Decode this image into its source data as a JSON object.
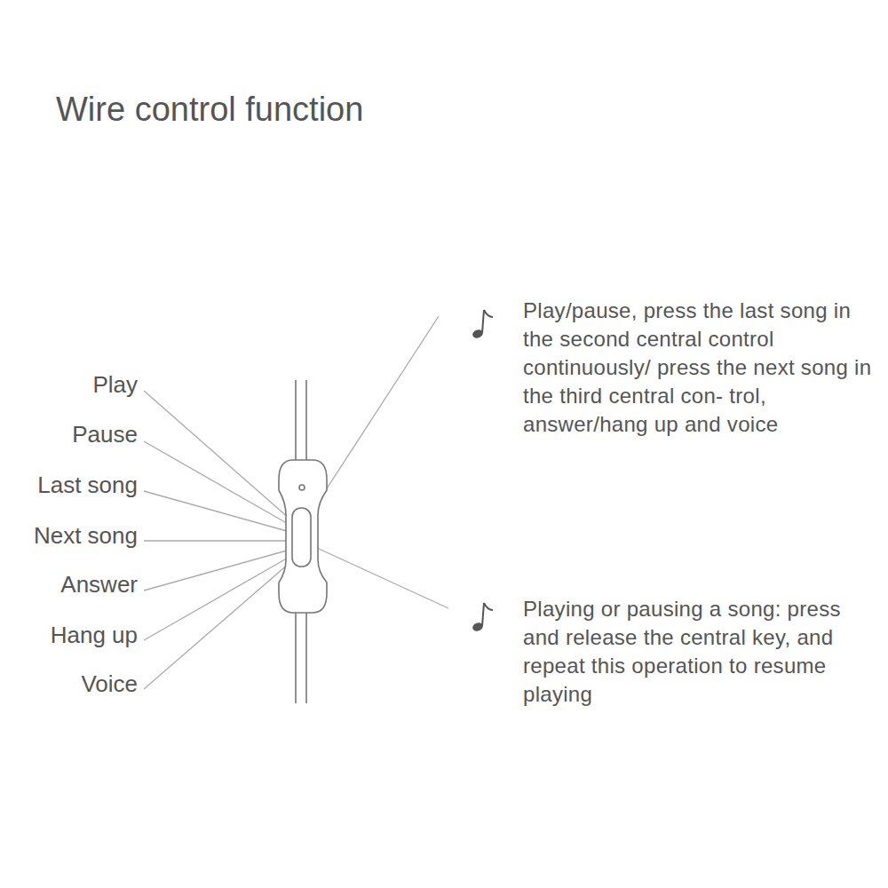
{
  "diagram": {
    "title": "Wire control function",
    "labels": [
      "Play",
      "Pause",
      "Last song",
      "Next song",
      "Answer",
      "Hang up",
      "Voice",
      "Play/pause, press the last song in the second central control continuously/ press the next song in the third central con- trol, answer/hang up and voice",
      "Playing or pausing a song: press and release the central key, and repeat this operation to resume playing"
    ]
  }
}
